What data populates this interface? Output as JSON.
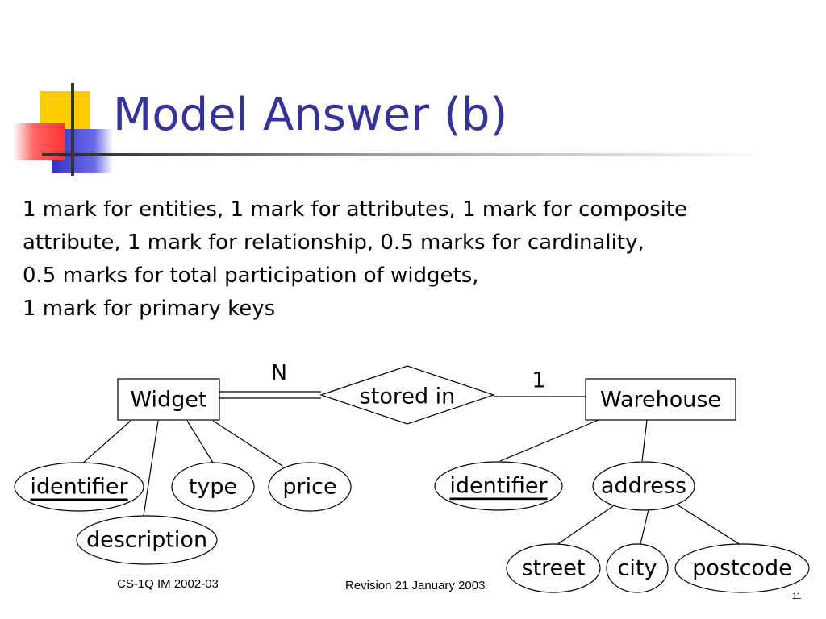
{
  "title": "Model Answer (b)",
  "body_lines": [
    "1 mark for entities, 1 mark for attributes, 1 mark for composite",
    "attribute, 1 mark for relationship, 0.5 marks for cardinality,",
    "0.5 marks for total participation of widgets,",
    "1 mark for primary keys"
  ],
  "diagram": {
    "entities": {
      "widget": "Widget",
      "warehouse": "Warehouse"
    },
    "relationship": "stored in",
    "cardinality": {
      "widget_side": "N",
      "warehouse_side": "1"
    },
    "widget_attributes": {
      "identifier": "identifier",
      "type": "type",
      "price": "price",
      "description": "description"
    },
    "warehouse_attributes": {
      "identifier": "identifier",
      "address": "address"
    },
    "address_components": {
      "street": "street",
      "city": "city",
      "postcode": "postcode"
    }
  },
  "footer": {
    "left": "CS-1Q IM 2002-03",
    "center": "Revision 21 January 2003",
    "page": "11"
  },
  "colors": {
    "title": "#333399",
    "deco_yellow": "#ffcc00",
    "deco_blue": "#3333cc",
    "deco_red": "#ff3333"
  }
}
